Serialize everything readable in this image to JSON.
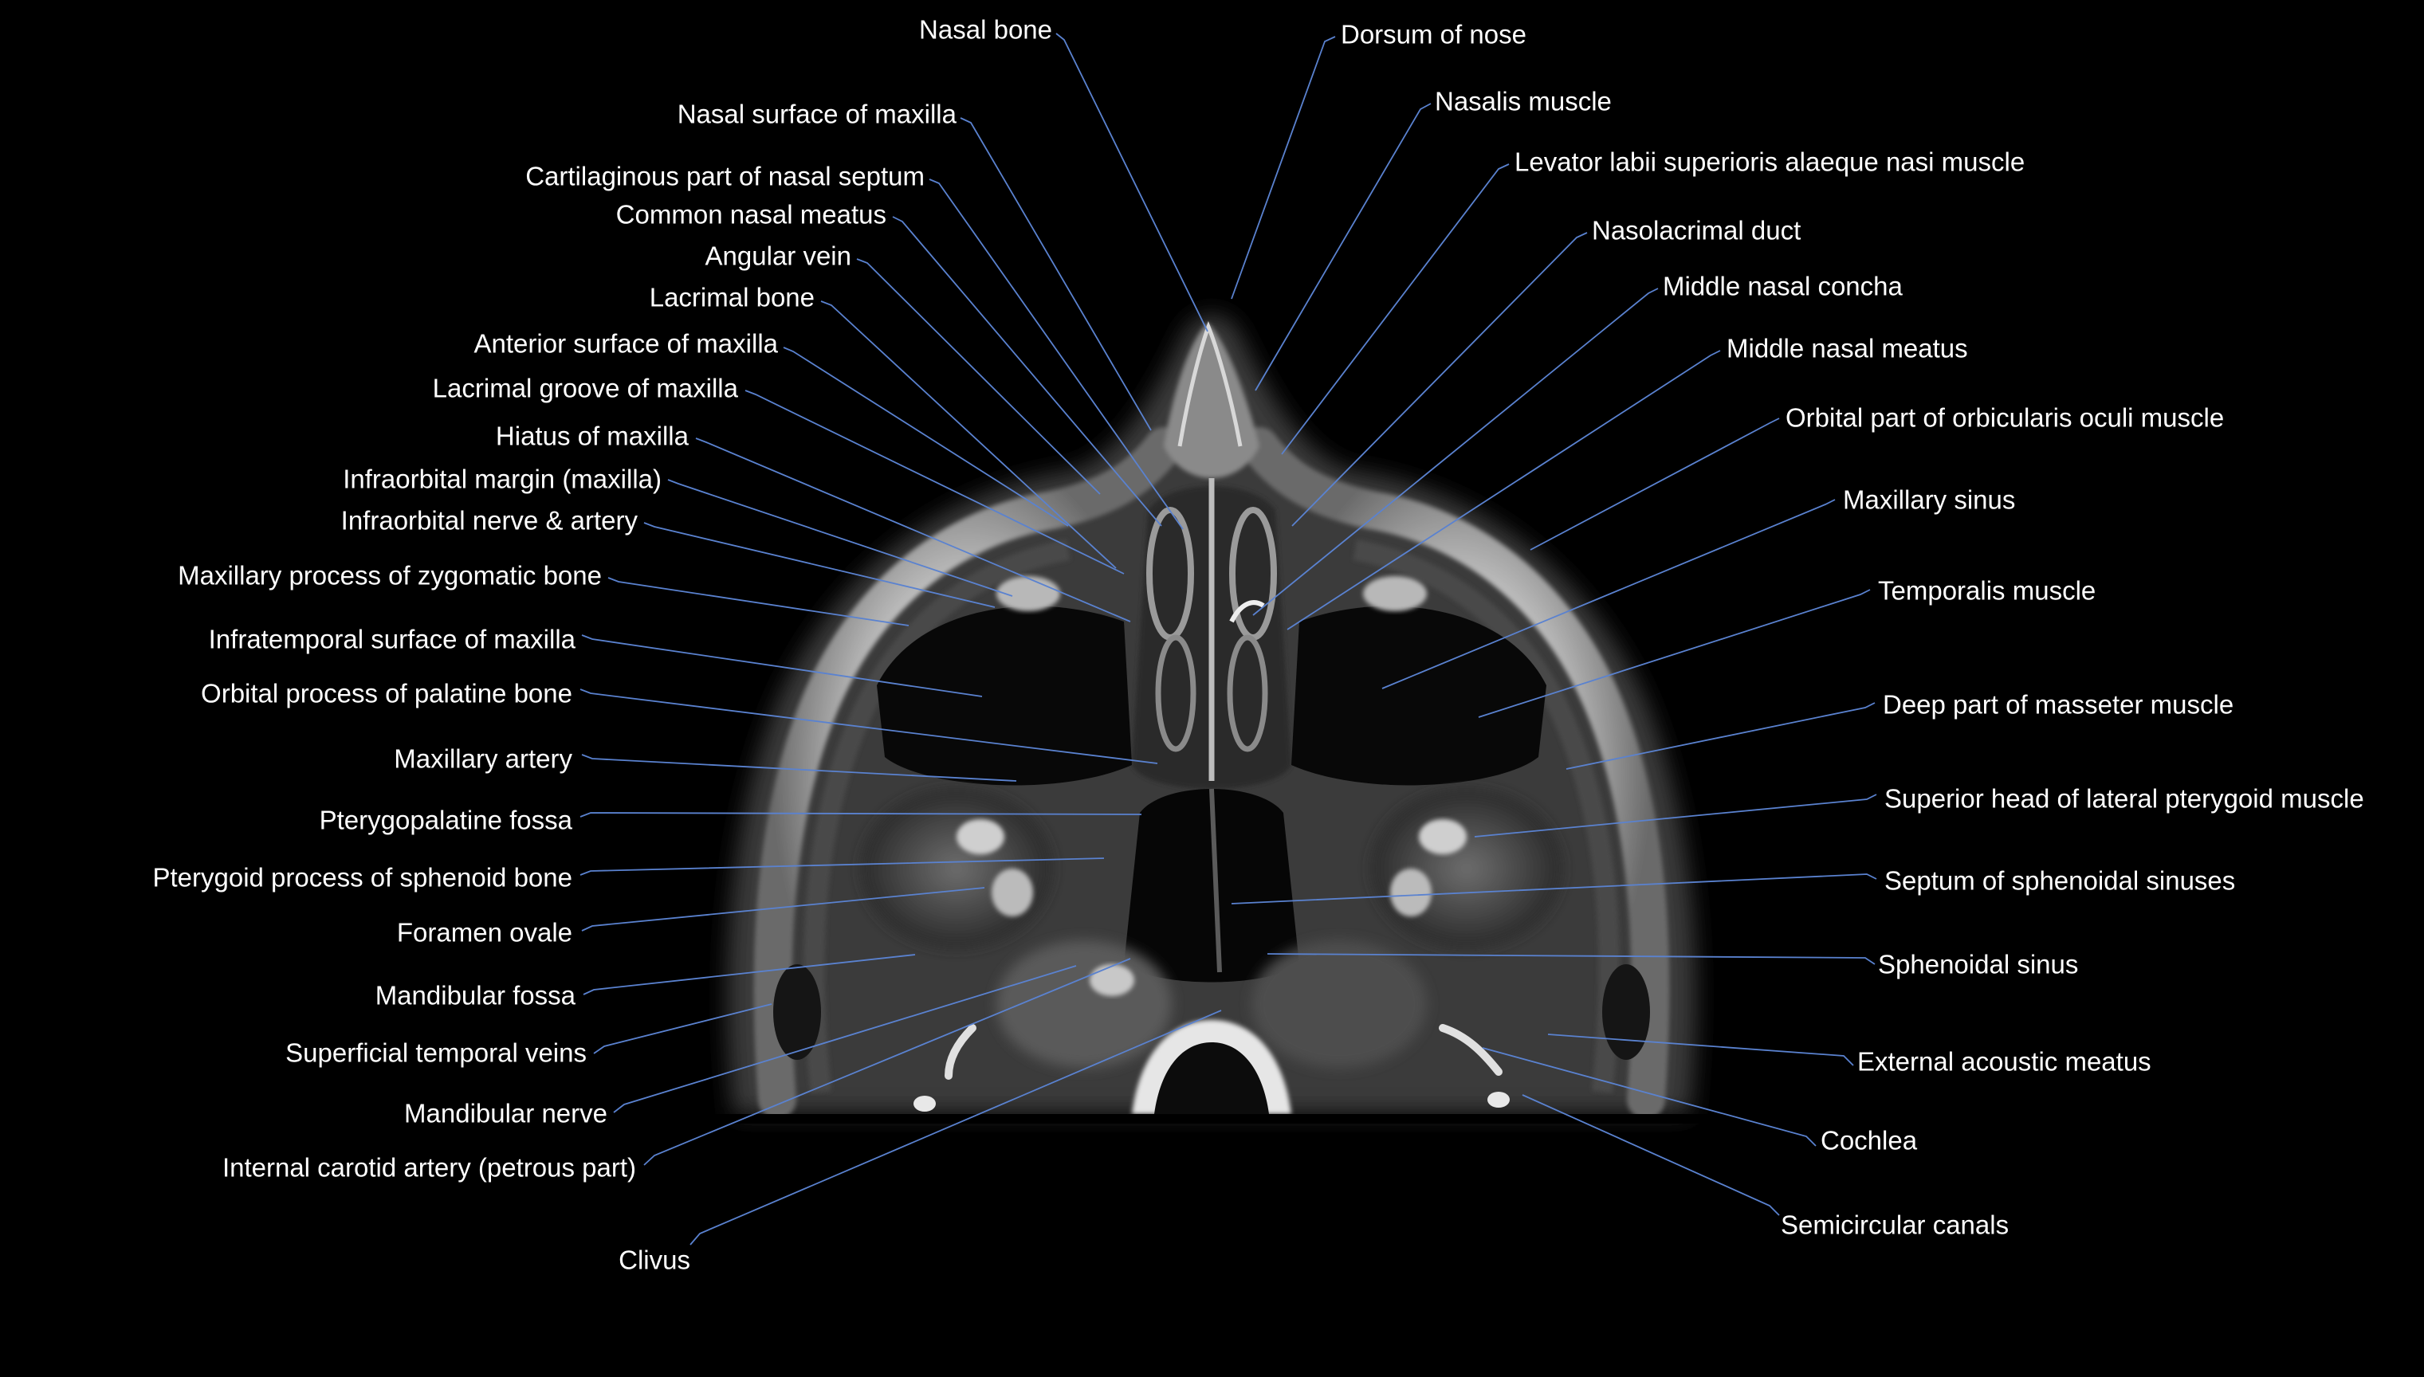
{
  "colors": {
    "background": "#000000",
    "label_text": "#ffffff",
    "leader_line": "#5a82d0"
  },
  "image": {
    "subject": "axial T2-weighted MRI slice of the head through the nasal cavity, maxillary sinuses and sphenoidal sinus"
  },
  "labels": [
    {
      "id": "nasal-bone",
      "text": "Nasal bone"
    },
    {
      "id": "dorsum-of-nose",
      "text": "Dorsum of nose"
    },
    {
      "id": "nasal-surface-of-maxilla",
      "text": "Nasal surface of maxilla"
    },
    {
      "id": "nasalis-muscle",
      "text": "Nasalis muscle"
    },
    {
      "id": "cartilaginous-part-of-nasal-septum",
      "text": "Cartilaginous part of nasal septum"
    },
    {
      "id": "levator-labii",
      "text": "Levator labii superioris alaeque nasi muscle"
    },
    {
      "id": "common-nasal-meatus",
      "text": "Common nasal meatus"
    },
    {
      "id": "nasolacrimal-duct",
      "text": "Nasolacrimal duct"
    },
    {
      "id": "angular-vein",
      "text": "Angular vein"
    },
    {
      "id": "middle-nasal-concha",
      "text": "Middle nasal concha"
    },
    {
      "id": "lacrimal-bone",
      "text": "Lacrimal bone"
    },
    {
      "id": "anterior-surface-of-maxilla",
      "text": "Anterior surface of maxilla"
    },
    {
      "id": "middle-nasal-meatus",
      "text": "Middle nasal meatus"
    },
    {
      "id": "lacrimal-groove-of-maxilla",
      "text": "Lacrimal groove of maxilla"
    },
    {
      "id": "orbital-part-of-orbicularis-oculi",
      "text": "Orbital part of orbicularis oculi muscle"
    },
    {
      "id": "hiatus-of-maxilla",
      "text": "Hiatus of maxilla"
    },
    {
      "id": "infraorbital-margin",
      "text": "Infraorbital margin (maxilla)"
    },
    {
      "id": "maxillary-sinus",
      "text": "Maxillary sinus"
    },
    {
      "id": "infraorbital-nerve-artery",
      "text": "Infraorbital nerve & artery"
    },
    {
      "id": "maxillary-process-of-zygomatic",
      "text": "Maxillary process of zygomatic bone"
    },
    {
      "id": "temporalis-muscle",
      "text": "Temporalis muscle"
    },
    {
      "id": "infratemporal-surface-of-maxilla",
      "text": "Infratemporal surface of maxilla"
    },
    {
      "id": "orbital-process-of-palatine",
      "text": "Orbital process of palatine bone"
    },
    {
      "id": "deep-part-of-masseter",
      "text": "Deep part of masseter muscle"
    },
    {
      "id": "maxillary-artery",
      "text": "Maxillary artery"
    },
    {
      "id": "superior-head-lateral-pterygoid",
      "text": "Superior head of lateral pterygoid muscle"
    },
    {
      "id": "pterygopalatine-fossa",
      "text": "Pterygopalatine fossa"
    },
    {
      "id": "pterygoid-process",
      "text": "Pterygoid process of sphenoid bone"
    },
    {
      "id": "septum-of-sphenoidal-sinuses",
      "text": "Septum of sphenoidal sinuses"
    },
    {
      "id": "foramen-ovale",
      "text": "Foramen ovale"
    },
    {
      "id": "sphenoidal-sinus",
      "text": "Sphenoidal sinus"
    },
    {
      "id": "mandibular-fossa",
      "text": "Mandibular fossa"
    },
    {
      "id": "superficial-temporal-veins",
      "text": "Superficial temporal veins"
    },
    {
      "id": "external-acoustic-meatus",
      "text": "External acoustic meatus"
    },
    {
      "id": "mandibular-nerve",
      "text": "Mandibular nerve"
    },
    {
      "id": "cochlea",
      "text": "Cochlea"
    },
    {
      "id": "internal-carotid-petrous",
      "text": "Internal carotid artery (petrous part)"
    },
    {
      "id": "semicircular-canals",
      "text": "Semicircular canals"
    },
    {
      "id": "clivus",
      "text": "Clivus"
    }
  ]
}
